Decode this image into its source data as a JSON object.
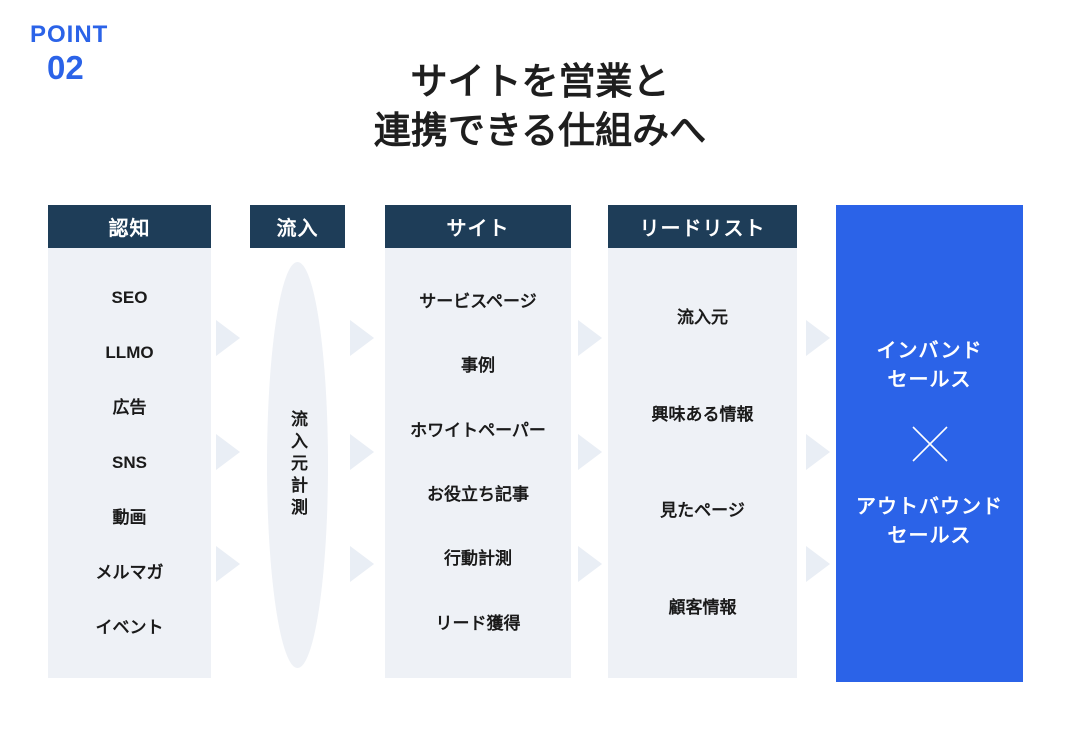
{
  "point": {
    "label": "POINT",
    "number": "02"
  },
  "title": {
    "line1": "サイトを営業と",
    "line2": "連携できる仕組みへ"
  },
  "colors": {
    "accent_blue": "#2B63E8",
    "header_navy": "#1E3D58",
    "column_bg": "#EEF1F6",
    "arrow": "#E9EEF5",
    "title_text": "#1E1E1E",
    "item_text": "#1A1A1A"
  },
  "columns": [
    {
      "header": "認知",
      "items": [
        "SEO",
        "LLMO",
        "広告",
        "SNS",
        "動画",
        "メルマガ",
        "イベント"
      ]
    },
    {
      "header": "流入",
      "ellipse_label": "流入元計測"
    },
    {
      "header": "サイト",
      "items": [
        "サービスページ",
        "事例",
        "ホワイトペーパー",
        "お役立ち記事",
        "行動計測",
        "リード獲得"
      ]
    },
    {
      "header": "リードリスト",
      "items": [
        "流入元",
        "興味ある情報",
        "見たページ",
        "顧客情報"
      ]
    }
  ],
  "final_box": {
    "top_line1": "インバンド",
    "top_line2": "セールス",
    "separator": "×",
    "bottom_line1": "アウトバウンド",
    "bottom_line2": "セールス"
  }
}
